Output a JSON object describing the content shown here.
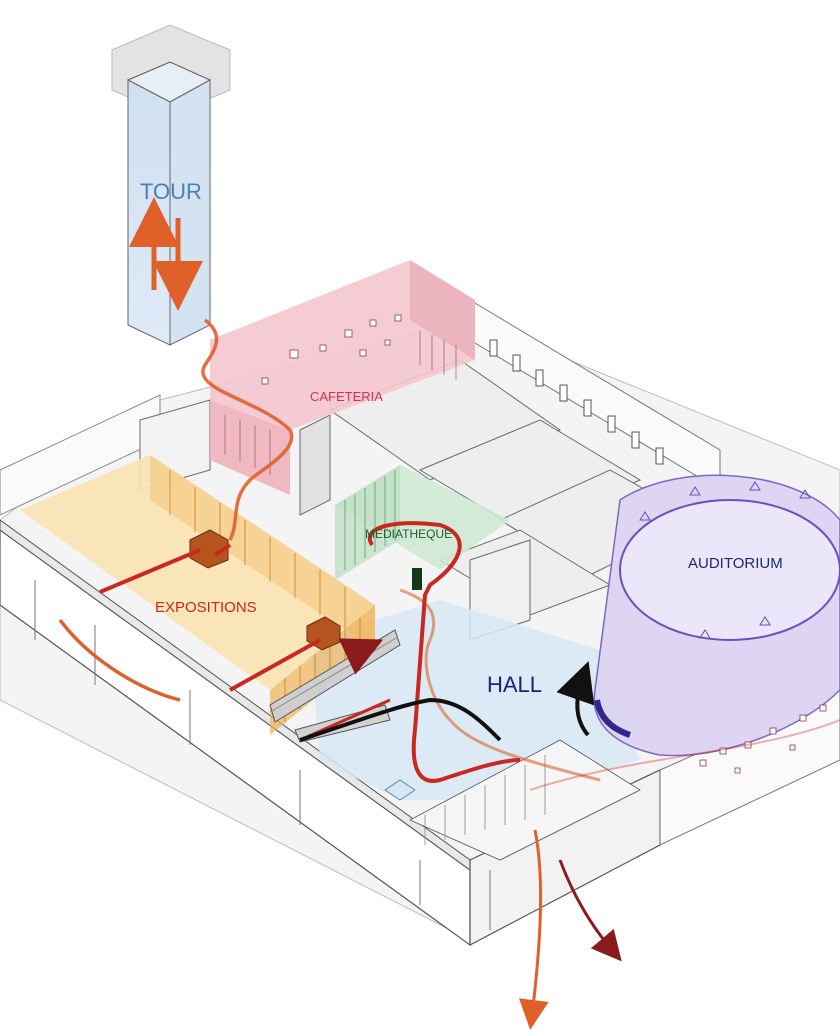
{
  "labels": {
    "tour": "TOUR",
    "cafeteria": "CAFETERIA",
    "mediatheque": "MEDIATHEQUE",
    "auditorium": "AUDITORIUM",
    "expositions": "EXPOSITIONS",
    "hall": "HALL"
  },
  "colors": {
    "tour": "#4a7fb5",
    "cafeteria": "#d2334a",
    "mediatheque": "#1e5e2e",
    "auditorium": "#1c2a6b",
    "expositions": "#c8281e",
    "hall": "#17237a",
    "circulation_orange": "#e0602a",
    "circulation_red": "#c8281e",
    "circulation_dark_red": "#8b1a1a",
    "circulation_black": "#111111"
  }
}
